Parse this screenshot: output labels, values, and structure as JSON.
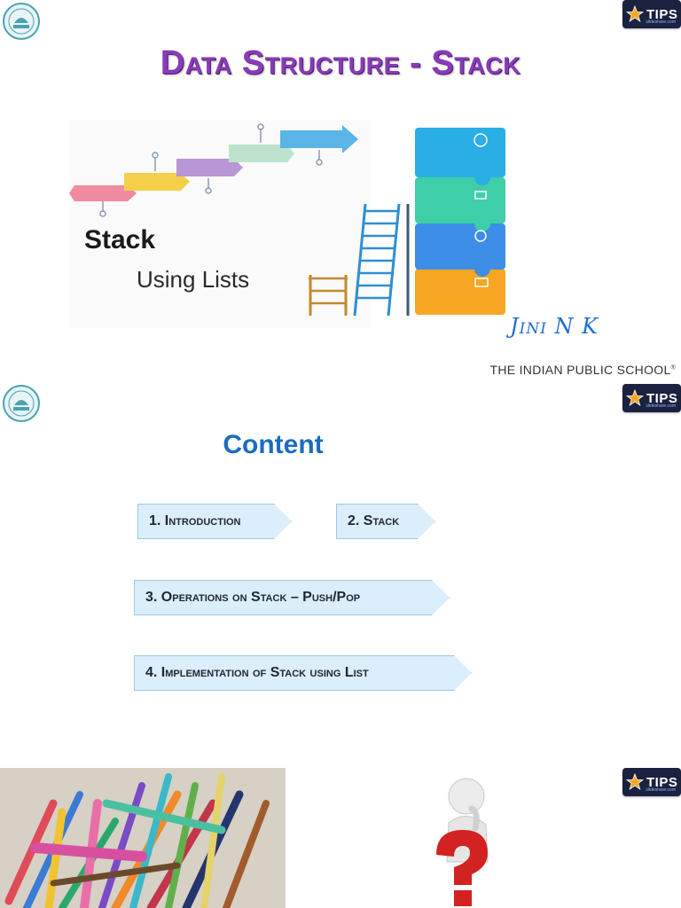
{
  "slide1": {
    "title": "Data Structure - Stack",
    "hero_word_1": "Stack",
    "hero_word_2": "Using Lists",
    "author": "Jini N K",
    "school": "THE INDIAN PUBLIC SCHOOL",
    "school_mark": "®"
  },
  "slide2": {
    "title": "Content",
    "items": [
      {
        "label": "1. Introduction"
      },
      {
        "label": "2. Stack"
      },
      {
        "label": "3. Operations on Stack – Push/Pop"
      },
      {
        "label": "4. Implementation of Stack using List"
      }
    ]
  },
  "logos": {
    "tips_text": "TIPS",
    "tips_sub": "slideshare.com"
  },
  "colors": {
    "title_purple": "#8a3ab9",
    "content_blue": "#1a6cc2",
    "chevron_fill": "#dbeefb",
    "tips_navy": "#1b2240"
  }
}
